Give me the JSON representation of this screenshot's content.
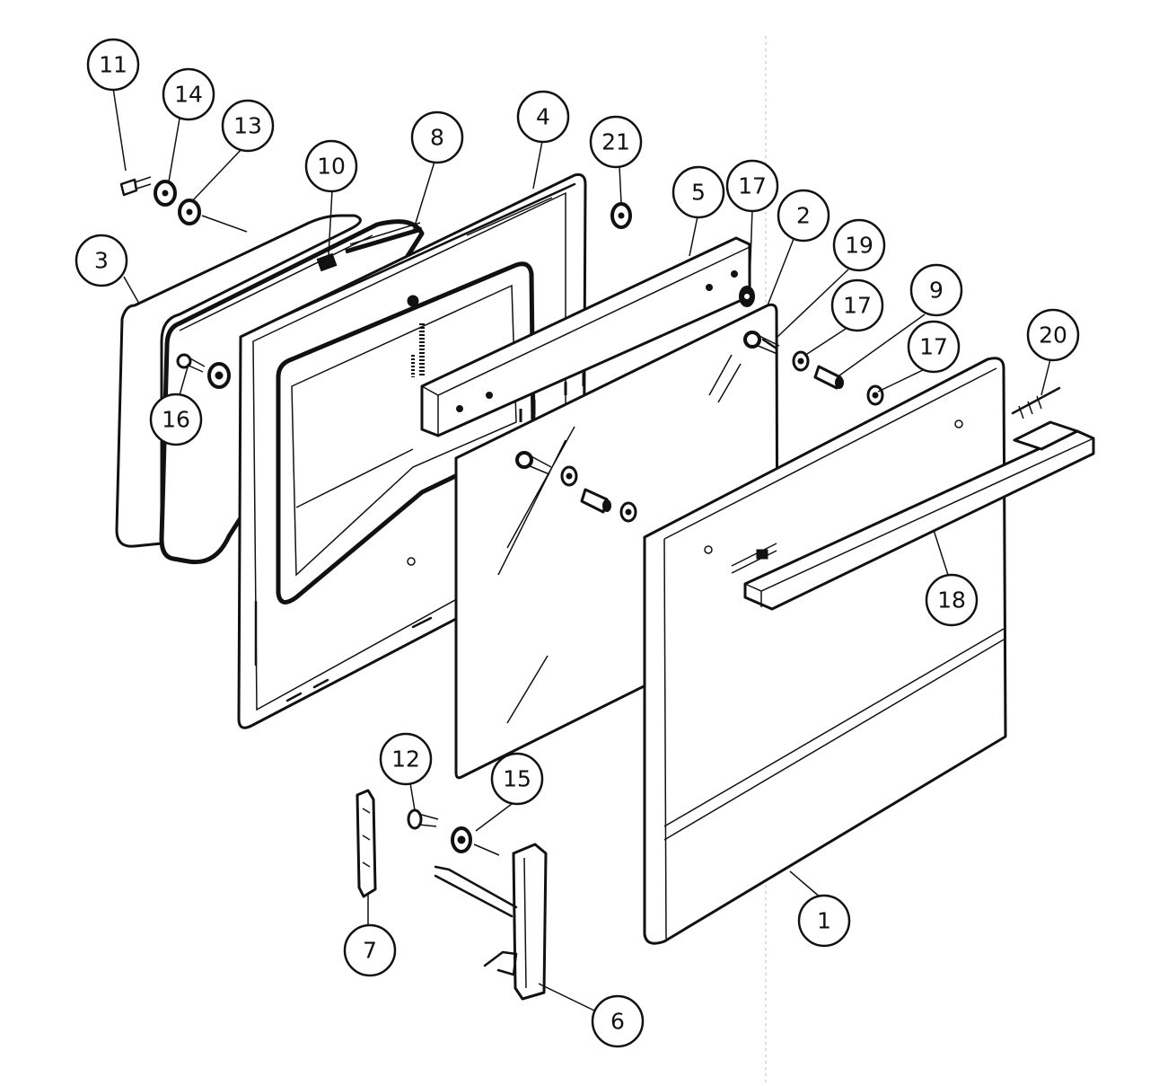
{
  "diagram": {
    "callouts": [
      {
        "id": "c1",
        "label": "1"
      },
      {
        "id": "c2",
        "label": "2"
      },
      {
        "id": "c3",
        "label": "3"
      },
      {
        "id": "c4",
        "label": "4"
      },
      {
        "id": "c5",
        "label": "5"
      },
      {
        "id": "c6",
        "label": "6"
      },
      {
        "id": "c7",
        "label": "7"
      },
      {
        "id": "c8",
        "label": "8"
      },
      {
        "id": "c9",
        "label": "9"
      },
      {
        "id": "c10",
        "label": "10"
      },
      {
        "id": "c11",
        "label": "11"
      },
      {
        "id": "c12",
        "label": "12"
      },
      {
        "id": "c13",
        "label": "13"
      },
      {
        "id": "c14",
        "label": "14"
      },
      {
        "id": "c15",
        "label": "15"
      },
      {
        "id": "c16",
        "label": "16"
      },
      {
        "id": "c17a",
        "label": "17"
      },
      {
        "id": "c17b",
        "label": "17"
      },
      {
        "id": "c17c",
        "label": "17"
      },
      {
        "id": "c18",
        "label": "18"
      },
      {
        "id": "c19",
        "label": "19"
      },
      {
        "id": "c20",
        "label": "20"
      },
      {
        "id": "c21",
        "label": "21"
      }
    ]
  }
}
